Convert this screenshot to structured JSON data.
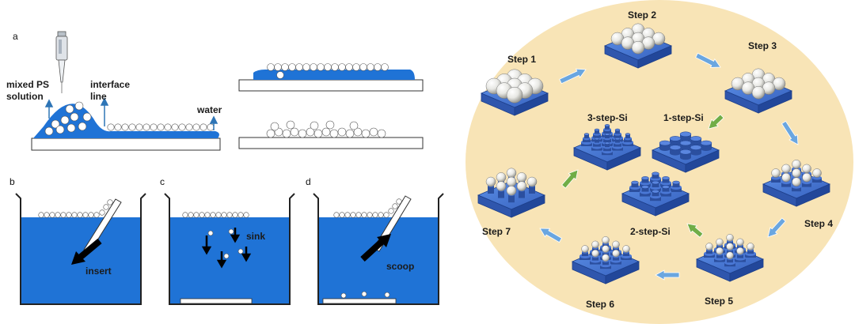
{
  "panel_labels": {
    "a": "a",
    "b": "b",
    "c": "c",
    "d": "d"
  },
  "panel_a": {
    "mixed_line1": "mixed PS",
    "mixed_line2": "solution",
    "interface_line1": "interface",
    "interface_line2": "line",
    "water": "water"
  },
  "panel_b": {
    "action": "insert"
  },
  "panel_c": {
    "action": "sink"
  },
  "panel_d": {
    "action": "scoop"
  },
  "cycle": {
    "steps": [
      "Step 1",
      "Step 2",
      "Step 3",
      "Step 4",
      "Step 5",
      "Step 6",
      "Step 7"
    ],
    "products": [
      "1-step-Si",
      "2-step-Si",
      "3-step-Si"
    ]
  },
  "colors": {
    "water": "#1f73d6",
    "substrate_blue": "#3a6fd0",
    "substrate_dark": "#22479a",
    "ellipse_bg": "#f8e4b6",
    "arrow_blue": "#5b9bd5",
    "arrow_green": "#70ad47",
    "arrow_light": "#6aa6e0"
  },
  "icons": [
    "pipette-icon",
    "beaker-icon"
  ]
}
